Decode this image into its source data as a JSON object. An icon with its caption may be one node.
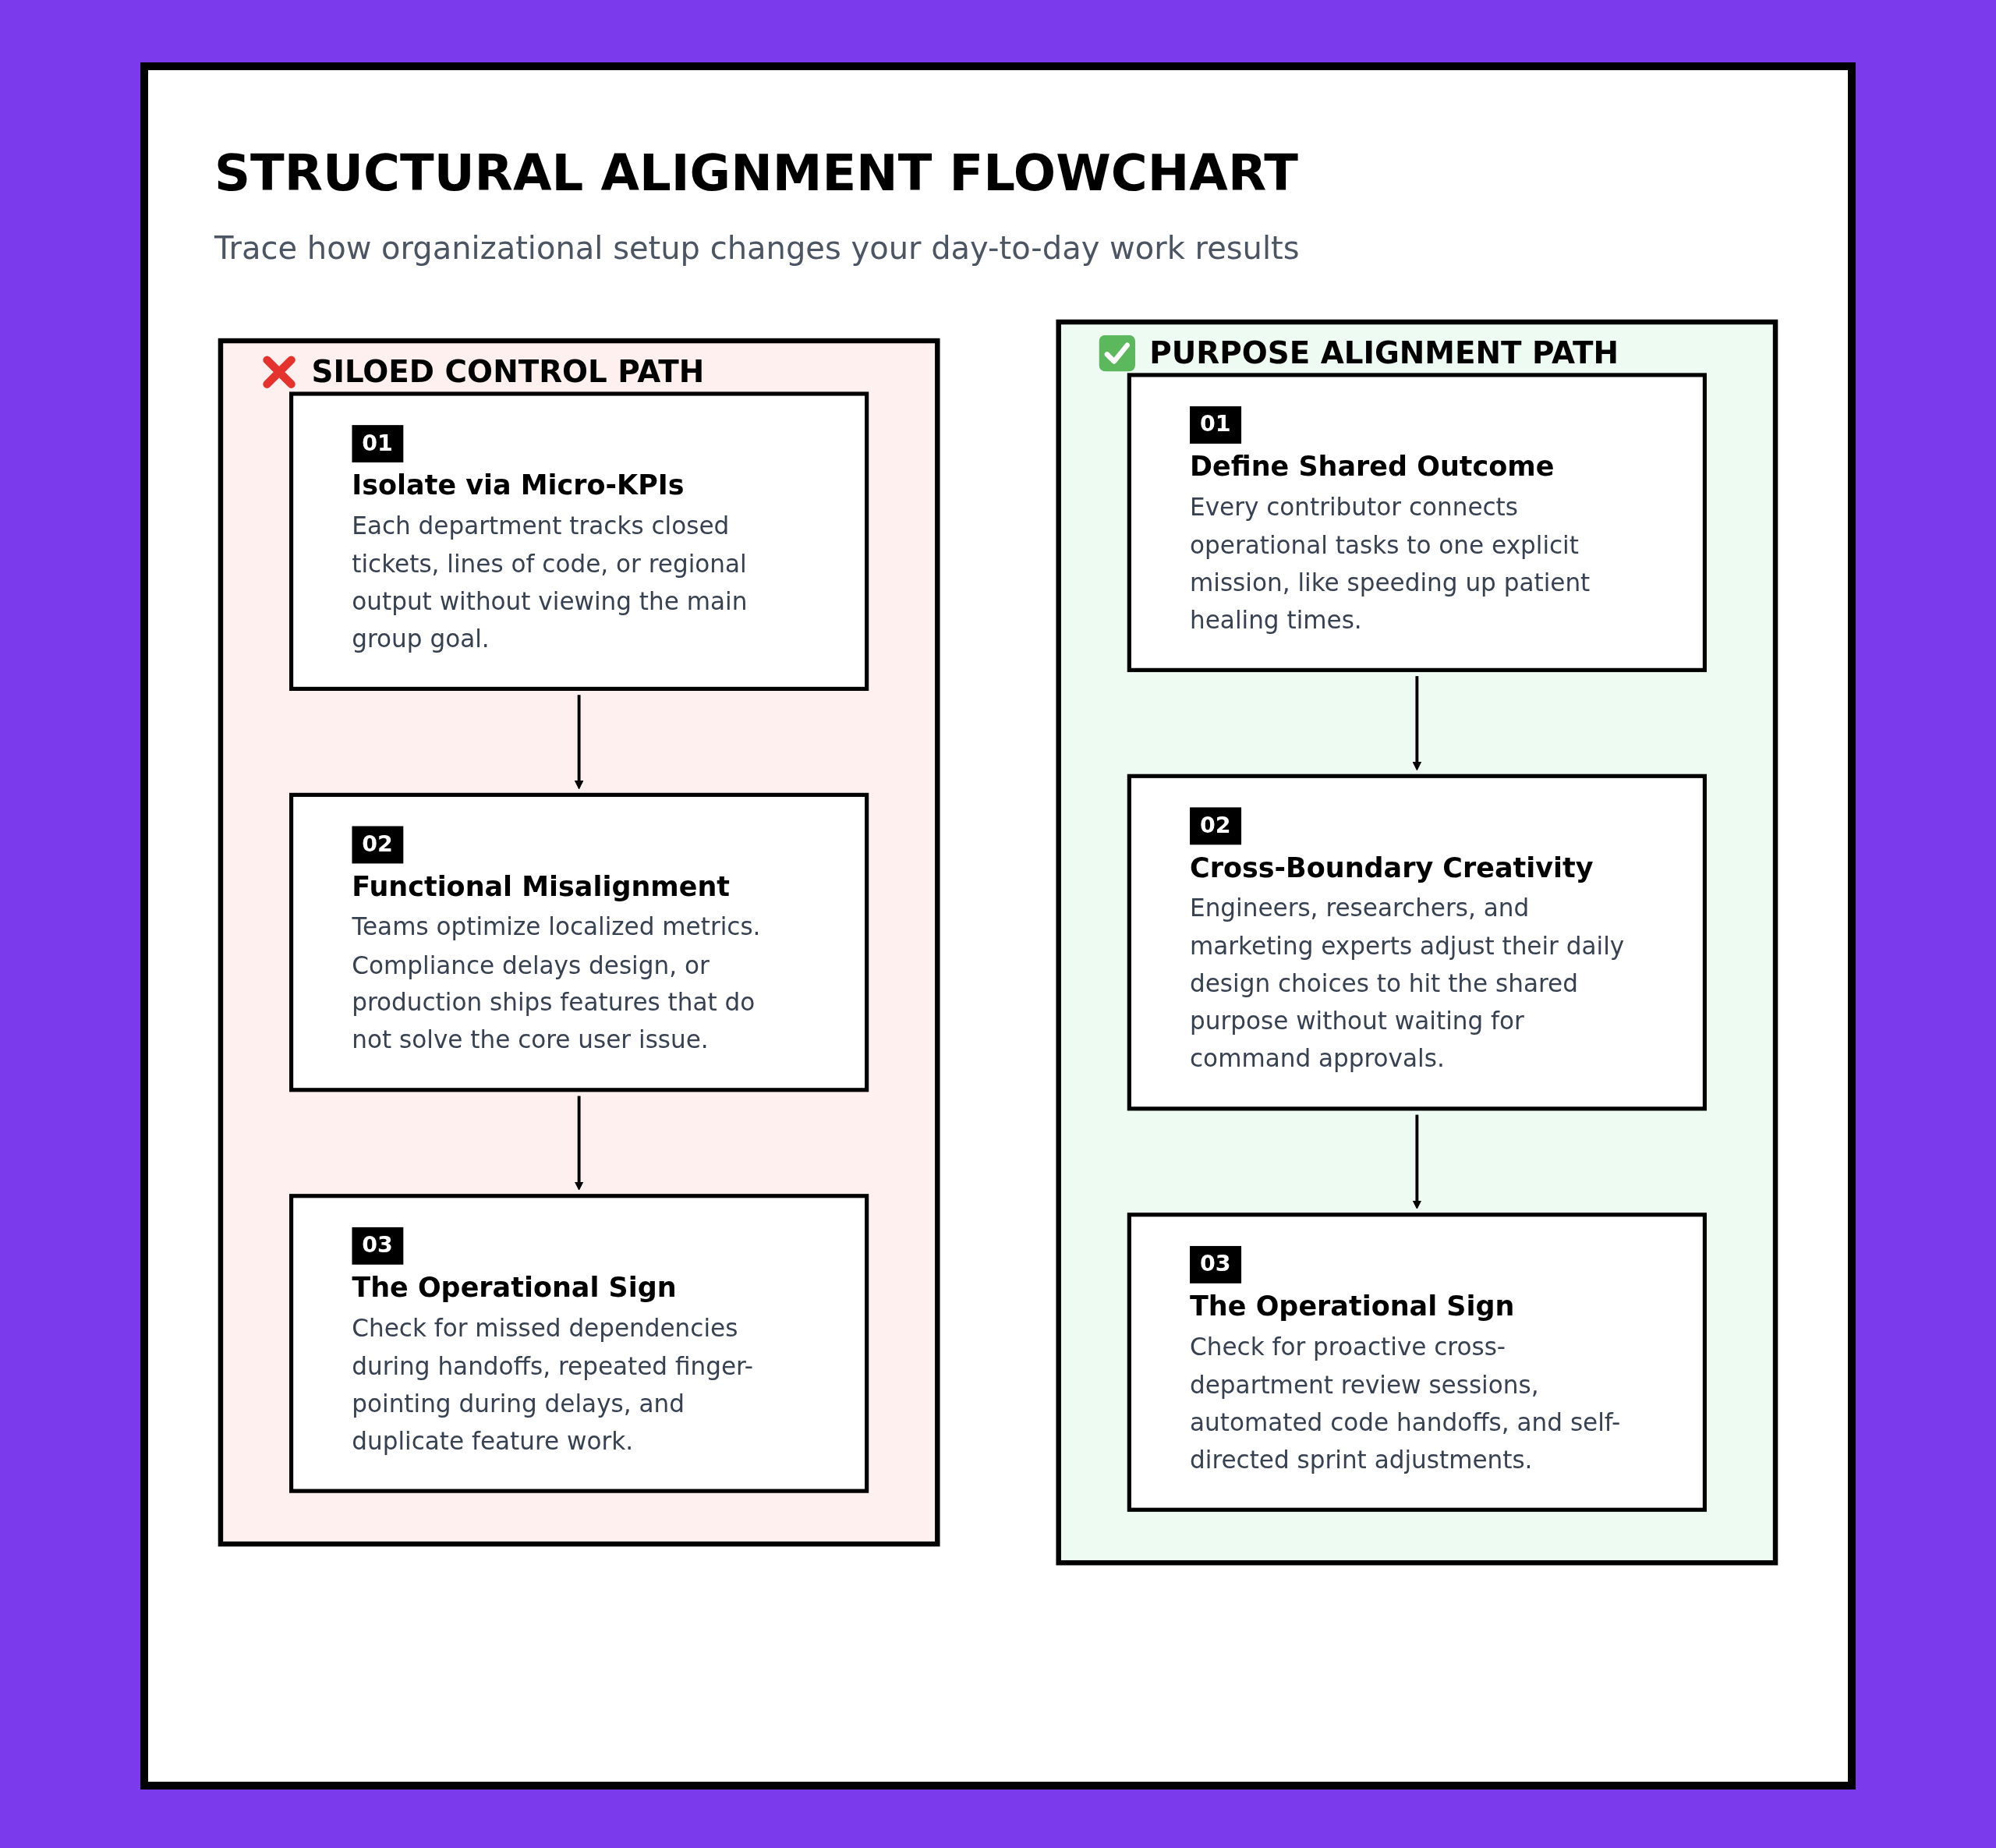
{
  "diagram": {
    "title": "STRUCTURAL ALIGNMENT FLOWCHART",
    "caption": "Trace how organizational setup changes your day-to-day work results",
    "nodes": [
      {
        "text": [
          "SILOED CONTROL PATH"
        ]
      },
      {
        "text": [
          "01",
          "Isolate via Micro-KPIs",
          "Each department tracks closed tickets, lines of code, or regional output without viewing the main group goal."
        ],
        "in": 0
      },
      {
        "text": [
          "02",
          "Functional Misalignment",
          "Teams optimize localized metrics. Compliance delays design, or production ships features that do not solve the core user issue."
        ],
        "in": 0
      },
      {
        "text": [
          "03",
          "The Operational Sign",
          "Check for missed dependencies during handoffs, repeated finger-pointing during delays, and duplicate feature work."
        ],
        "in": 0
      },
      {
        "text": [
          "PURPOSE ALIGNMENT PATH"
        ]
      },
      {
        "text": [
          "01",
          "Define Shared Outcome",
          "Every contributor connects operational tasks to one explicit mission, like speeding up patient healing times."
        ],
        "in": 4
      },
      {
        "text": [
          "02",
          "Cross-Boundary Creativity",
          "Engineers, researchers, and marketing experts adjust their daily design choices to hit the shared purpose without waiting for command approvals."
        ],
        "in": 4
      },
      {
        "text": [
          "03",
          "The Operational Sign",
          "Check for proactive cross-department review sessions, automated code handoffs, and self-directed sprint adjustments."
        ],
        "in": 4
      }
    ],
    "edges": [
      {
        "from": 1,
        "to": 2,
        "arrow": "to"
      },
      {
        "from": 2,
        "to": 3,
        "arrow": "to"
      },
      {
        "from": 5,
        "to": 6,
        "arrow": "to"
      },
      {
        "from": 6,
        "to": 7,
        "arrow": "to"
      }
    ]
  }
}
